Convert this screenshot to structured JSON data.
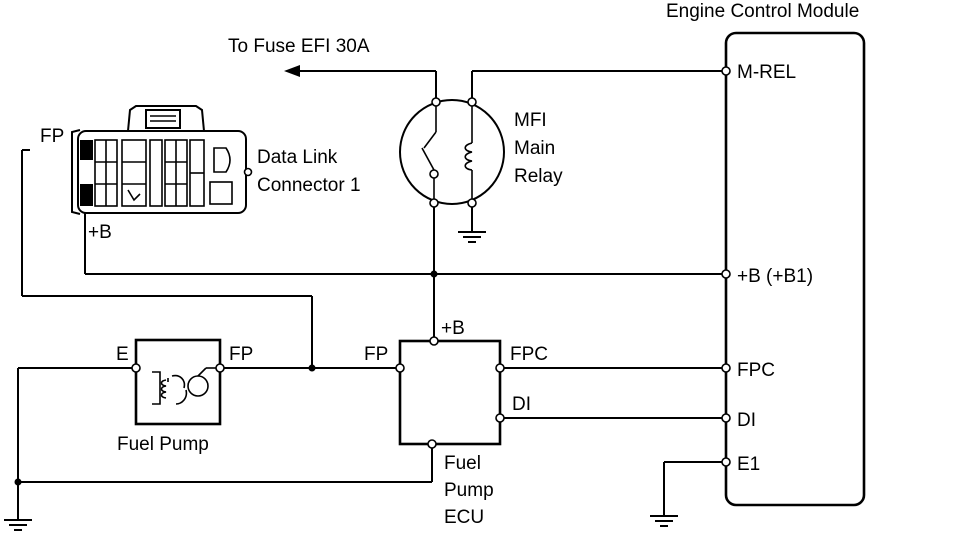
{
  "ecm": {
    "title": "Engine Control Module",
    "pins": {
      "mrel": "M-REL",
      "b1": "+B (+B1)",
      "fpc": "FPC",
      "di": "DI",
      "e1": "E1"
    }
  },
  "fuse": "To Fuse EFI 30A",
  "relay": {
    "line1": "MFI",
    "line2": "Main",
    "line3": "Relay"
  },
  "dlc": {
    "line1": "Data Link",
    "line2": "Connector 1",
    "pin_fp": "FP",
    "pin_b": "+B"
  },
  "fuel_pump": {
    "name": "Fuel Pump",
    "pin_e": "E",
    "pin_fp": "FP"
  },
  "fp_ecu": {
    "line1": "Fuel",
    "line2": "Pump",
    "line3": "ECU",
    "pin_fp": "FP",
    "pin_b": "+B",
    "pin_fpc": "FPC",
    "pin_di": "DI"
  }
}
